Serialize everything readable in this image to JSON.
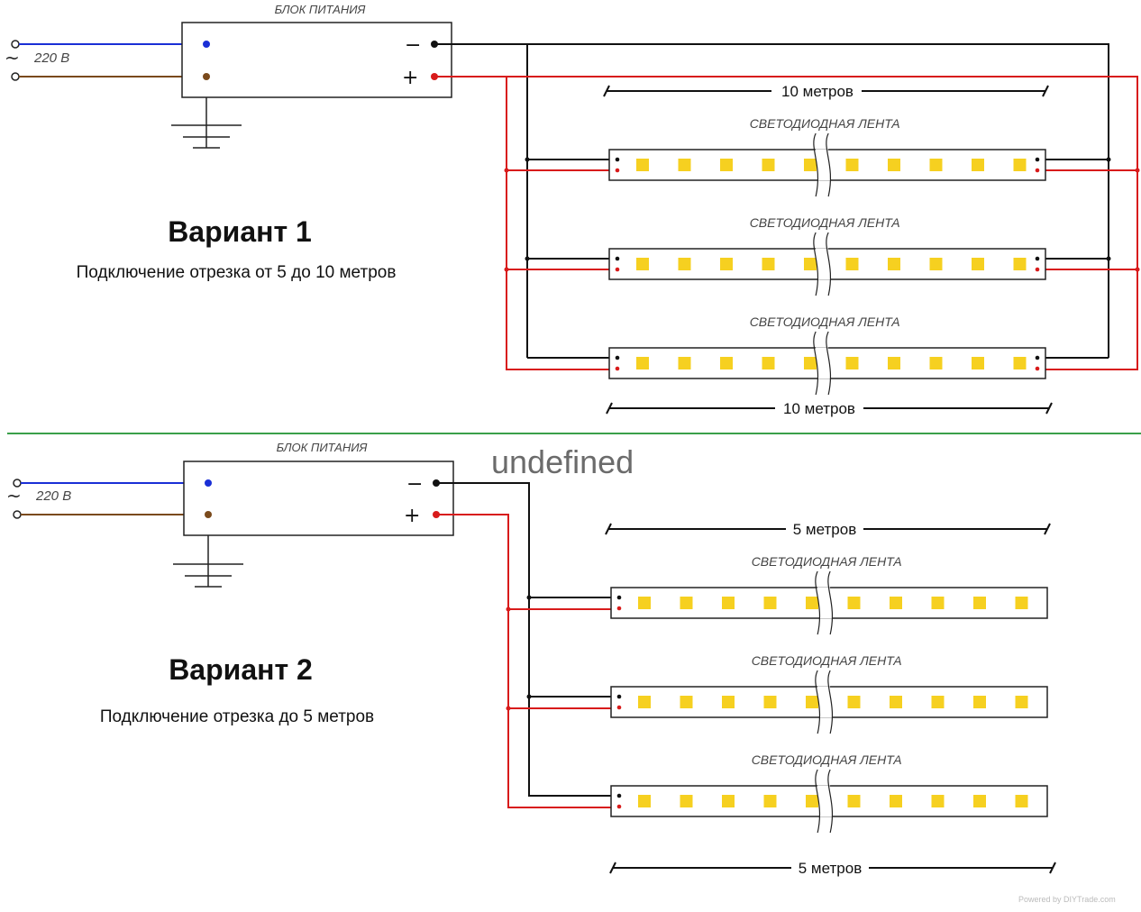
{
  "variant1": {
    "title": "Вариант 1",
    "subtitle": "Подключение отрезка от 5 до 10 метров",
    "psu_label": "БЛОК ПИТАНИЯ",
    "voltage_label": "220 В",
    "minus_symbol": "−",
    "plus_symbol": "+",
    "dimension_top": "10 метров",
    "dimension_bottom": "10 метров",
    "strips": [
      {
        "label": "СВЕТОДИОДНАЯ ЛЕНТА"
      },
      {
        "label": "СВЕТОДИОДНАЯ ЛЕНТА"
      },
      {
        "label": "СВЕТОДИОДНАЯ ЛЕНТА"
      }
    ]
  },
  "variant2": {
    "title": "Вариант 2",
    "subtitle": "Подключение отрезка до 5 метров",
    "psu_label": "БЛОК ПИТАНИЯ",
    "voltage_label": "220 В",
    "minus_symbol": "−",
    "plus_symbol": "+",
    "dimension_top": "5 метров",
    "dimension_bottom": "5 метров",
    "strips": [
      {
        "label": "СВЕТОДИОДНАЯ ЛЕНТА"
      },
      {
        "label": "СВЕТОДИОДНАЯ ЛЕНТА"
      },
      {
        "label": "СВЕТОДИОДНАЯ ЛЕНТА"
      }
    ]
  },
  "overlay_text": "undefined",
  "watermark": "Powered by DIYTrade.com",
  "colors": {
    "wire_red": "#d81b1b",
    "wire_black": "#111111",
    "wire_blue": "#1a2fd6",
    "wire_brown": "#7a4a1c",
    "led": "#f6d020",
    "divider": "#3aa04a"
  },
  "icons": {
    "ac_source": "tilde-icon",
    "ground": "ground-icon"
  }
}
